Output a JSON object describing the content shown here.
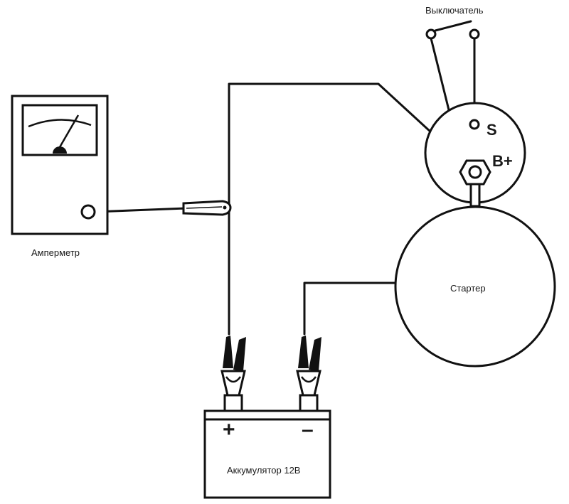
{
  "diagram": {
    "labels": {
      "switch": "Выключатель",
      "ammeter": "Амперметр",
      "starter": "Стартер",
      "battery": "Аккумулятор 12В",
      "terminal_s": "S",
      "terminal_b": "B+",
      "battery_plus": "+",
      "battery_minus": "–"
    },
    "components": [
      "switch",
      "ammeter",
      "current-clamp",
      "starter-solenoid",
      "starter-motor",
      "battery",
      "positive-clip",
      "negative-clip"
    ],
    "colors": {
      "line": "#111111",
      "background": "#ffffff"
    }
  }
}
